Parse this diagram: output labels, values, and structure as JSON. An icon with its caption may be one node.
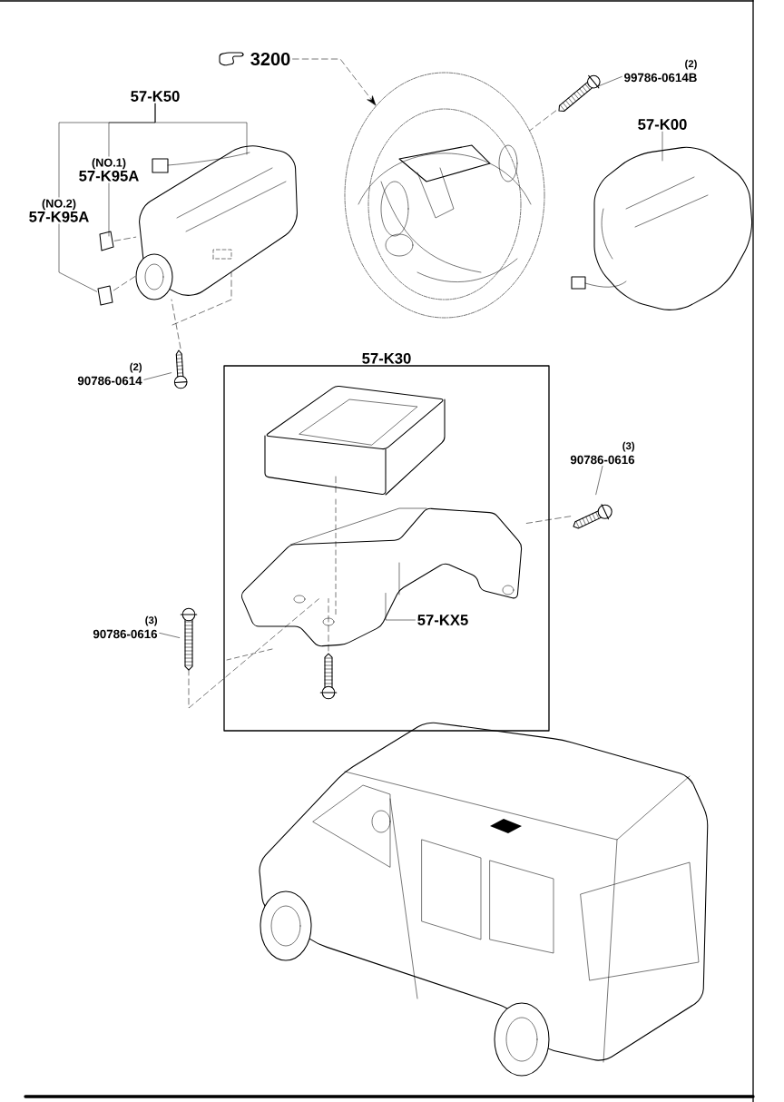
{
  "diagram": {
    "nodes": [
      {
        "text": [
          "3200"
        ]
      },
      {
        "text": [],
        "shape": "picture"
      },
      {
        "text": [
          "(2)",
          "99786-0614B"
        ]
      },
      {
        "text": [],
        "shape": "picture"
      },
      {
        "text": [
          "57-K00"
        ]
      },
      {
        "text": [],
        "shape": "picture"
      },
      {
        "text": [
          "57-K50"
        ]
      },
      {
        "text": [],
        "shape": "picture"
      },
      {
        "text": [
          "(NO.1)",
          "57-K95A"
        ]
      },
      {
        "text": [],
        "shape": "picture"
      },
      {
        "text": [
          "(NO.2)",
          "57-K95A"
        ]
      },
      {
        "text": [],
        "shape": "picture"
      },
      {
        "text": [
          "(2)",
          "90786-0614"
        ]
      },
      {
        "text": [],
        "shape": "picture"
      },
      {
        "text": [
          "57-K30"
        ]
      },
      {
        "text": [],
        "shape": "picture",
        "in": 14
      },
      {
        "text": [],
        "shape": "picture",
        "in": 14
      },
      {
        "text": [
          "57-KX5"
        ],
        "in": 14
      },
      {
        "text": [],
        "shape": "picture",
        "in": 14
      },
      {
        "text": [
          "(3)",
          "90786-0616"
        ]
      },
      {
        "text": [],
        "shape": "picture"
      },
      {
        "text": [
          "(3)",
          "90786-0616"
        ]
      },
      {
        "text": [],
        "shape": "picture"
      },
      {
        "text": [],
        "shape": "picture"
      }
    ],
    "edges": [
      {
        "from": 0,
        "to": 1,
        "arrow": "to",
        "style": "dashed"
      },
      {
        "from": 2,
        "to": 3,
        "arrow": "none"
      },
      {
        "from": 4,
        "to": 5,
        "arrow": "none"
      },
      {
        "from": 6,
        "to": 7,
        "arrow": "none"
      },
      {
        "from": 6,
        "to": 8,
        "arrow": "none"
      },
      {
        "from": 6,
        "to": 10,
        "arrow": "none"
      },
      {
        "from": 8,
        "to": 9,
        "arrow": "none"
      },
      {
        "from": 10,
        "to": 11,
        "arrow": "none"
      },
      {
        "from": 12,
        "to": 13,
        "arrow": "none"
      },
      {
        "from": 17,
        "to": 16,
        "arrow": "none"
      },
      {
        "from": 19,
        "to": 20,
        "arrow": "none"
      },
      {
        "from": 21,
        "to": 22,
        "arrow": "none"
      },
      {
        "from": 3,
        "to": 1,
        "arrow": "none",
        "style": "dashed"
      },
      {
        "from": 9,
        "to": 7,
        "arrow": "none",
        "style": "dashed"
      },
      {
        "from": 11,
        "to": 7,
        "arrow": "none",
        "style": "dashed"
      },
      {
        "from": 13,
        "to": 7,
        "arrow": "none",
        "style": "dashed"
      },
      {
        "from": 15,
        "to": 16,
        "arrow": "none",
        "style": "dashed"
      },
      {
        "from": 18,
        "to": 16,
        "arrow": "none",
        "style": "dashed"
      },
      {
        "from": 20,
        "to": 16,
        "arrow": "none",
        "style": "dashed"
      },
      {
        "from": 22,
        "to": 16,
        "arrow": "none",
        "style": "dashed"
      }
    ]
  }
}
